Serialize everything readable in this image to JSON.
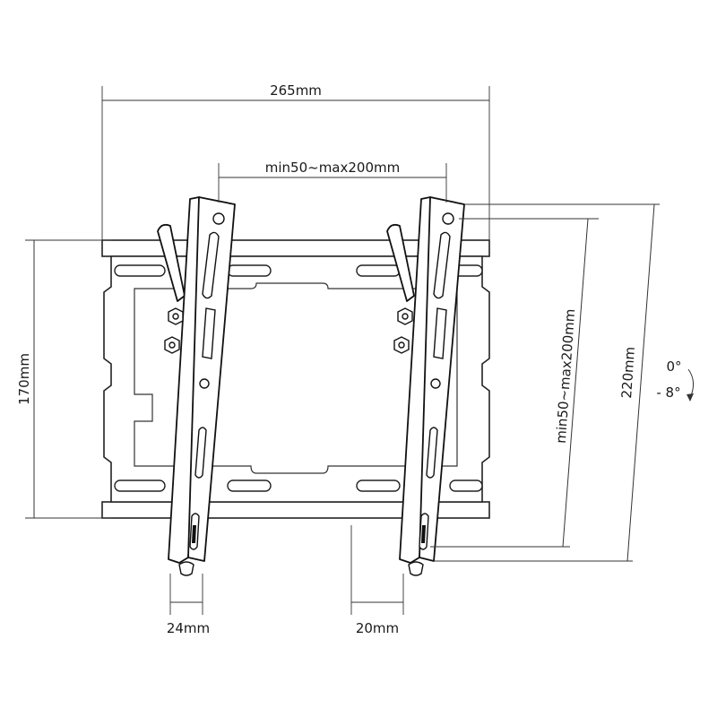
{
  "dimensions": {
    "overall_width": "265mm",
    "hole_spacing_horizontal": "min50~max200mm",
    "plate_height": "170mm",
    "hole_spacing_vertical": "min50~max200mm",
    "arm_length": "220mm",
    "arm_width": "24mm",
    "wall_distance": "20mm"
  },
  "tilt": {
    "max": "0°",
    "min": "- 8°"
  }
}
